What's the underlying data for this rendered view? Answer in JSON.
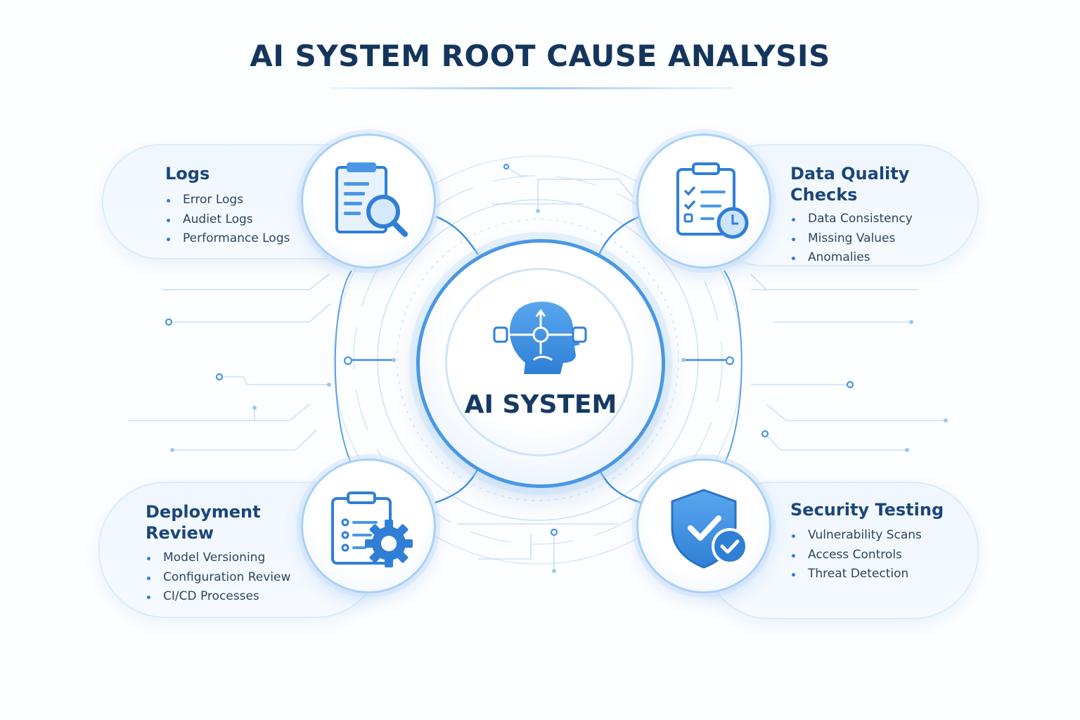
{
  "title": "AI SYSTEM ROOT CAUSE ANALYSIS",
  "hub": {
    "label": "AI SYSTEM",
    "icon": "ai-head-icon"
  },
  "nodes": {
    "logs": {
      "title": "Logs",
      "icon": "log-search-icon",
      "items": [
        "Error Logs",
        "Audiet Logs",
        "Performance Logs"
      ]
    },
    "data_quality": {
      "title_line1": "Data Quality",
      "title_line2": "Checks",
      "icon": "checklist-clock-icon",
      "items": [
        "Data Consistency",
        "Missing Values",
        "Anomalies"
      ]
    },
    "deployment": {
      "title_line1": "Deployment",
      "title_line2": "Review",
      "icon": "checklist-gear-icon",
      "items": [
        "Model Versioning",
        "Configuration Review",
        "CI/CD Processes"
      ]
    },
    "security": {
      "title": "Security Testing",
      "icon": "shield-check-icon",
      "items": [
        "Vulnerability Scans",
        "Access Controls",
        "Threat Detection"
      ]
    }
  },
  "colors": {
    "primary": "#2f7fd7",
    "dark_text": "#14355c",
    "line": "#bcd9f5"
  }
}
